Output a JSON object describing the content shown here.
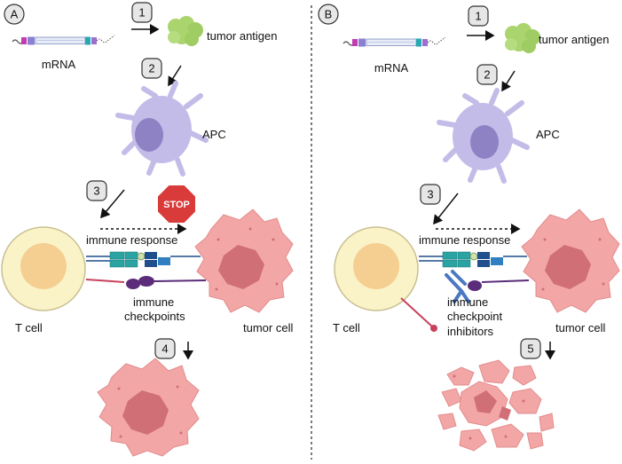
{
  "panels": {
    "a": {
      "label": "A"
    },
    "b": {
      "label": "B"
    }
  },
  "steps": {
    "s1": "1",
    "s2": "2",
    "s3": "3",
    "s4": "4",
    "s5": "5"
  },
  "labels": {
    "mrna": "mRNA",
    "tumor_antigen": "tumor antigen",
    "apc": "APC",
    "immune_response": "immune response",
    "t_cell": "T cell",
    "tumor_cell": "tumor cell",
    "immune": "immune",
    "checkpoints": "checkpoints",
    "checkpoint": "checkpoint",
    "inhibitors": "inhibitors",
    "stop": "STOP"
  },
  "colors": {
    "t_cell_fill": "#fbf3c8",
    "t_cell_nucleus": "#f5cf92",
    "tumor_fill": "#f3a6a6",
    "tumor_nucleus": "#d06f76",
    "apc_fill": "#c3bce8",
    "apc_nucleus": "#8e82c4",
    "antigen": "#a9d46e",
    "stop_red": "#d93a3a",
    "tcr_teal": "#2aa3a3",
    "mhc_blue": "#1f4f8c",
    "checkpoint_purple": "#5b2c7a",
    "inhibitor_blue": "#4a78c2",
    "tcell_receptor_pink": "#c8415c"
  }
}
